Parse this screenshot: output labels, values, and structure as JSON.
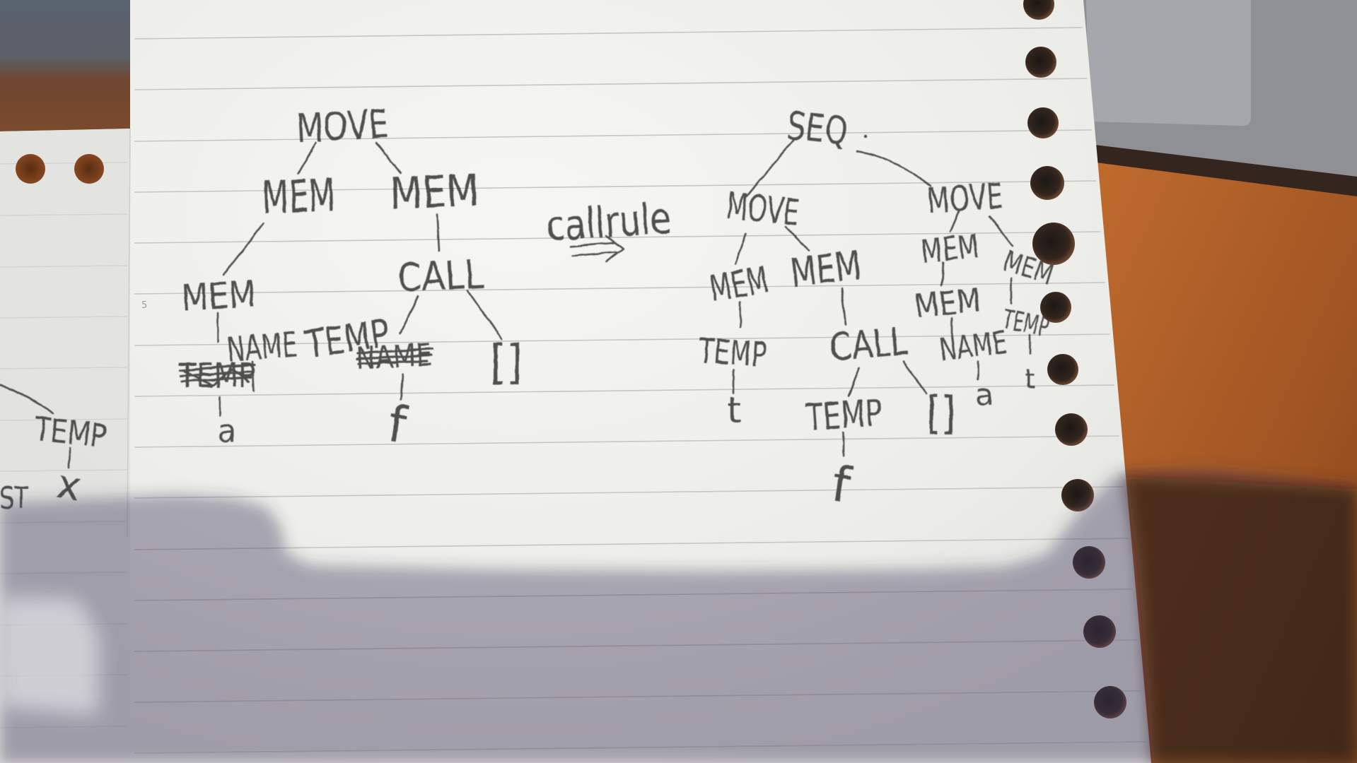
{
  "left_tree": {
    "root": "MOVE",
    "mem_left": "MEM",
    "mem_right": "MEM",
    "mem_inner": "MEM",
    "name": "NAME",
    "temp": "TEMP",
    "temp_crossed": "TEMP",
    "name_crossed": "NAME",
    "call": "CALL",
    "args": "[]",
    "leaf_a": "a",
    "leaf_f": "f"
  },
  "rule": {
    "label": "callrule"
  },
  "right_tree": {
    "root": "SEQ",
    "move_left": "MOVE",
    "move_right": "MOVE",
    "mem_1": "MEM",
    "mem_2": "MEM",
    "temp_t": "TEMP",
    "leaf_t": "t",
    "call": "CALL",
    "temp_f": "TEMP",
    "leaf_f": "f",
    "args": "[]",
    "mem_3": "MEM",
    "mem_4": "MEM",
    "mem_5": "MEM",
    "name": "NAME",
    "leaf_a": "a",
    "temp_2": "TEMP",
    "leaf_t2": "t"
  },
  "back_page": {
    "temp": "TEMP",
    "leaf_x": "x",
    "fragment": "ST"
  },
  "margin_numbers": [
    "5"
  ],
  "colors": {
    "paper": "#eeeeea",
    "ink": "#3c3c3e",
    "ruled_line": "#c6c6c3",
    "wood": "#b0602a",
    "laptop": "#8f9095",
    "desk": "#5c6472"
  }
}
